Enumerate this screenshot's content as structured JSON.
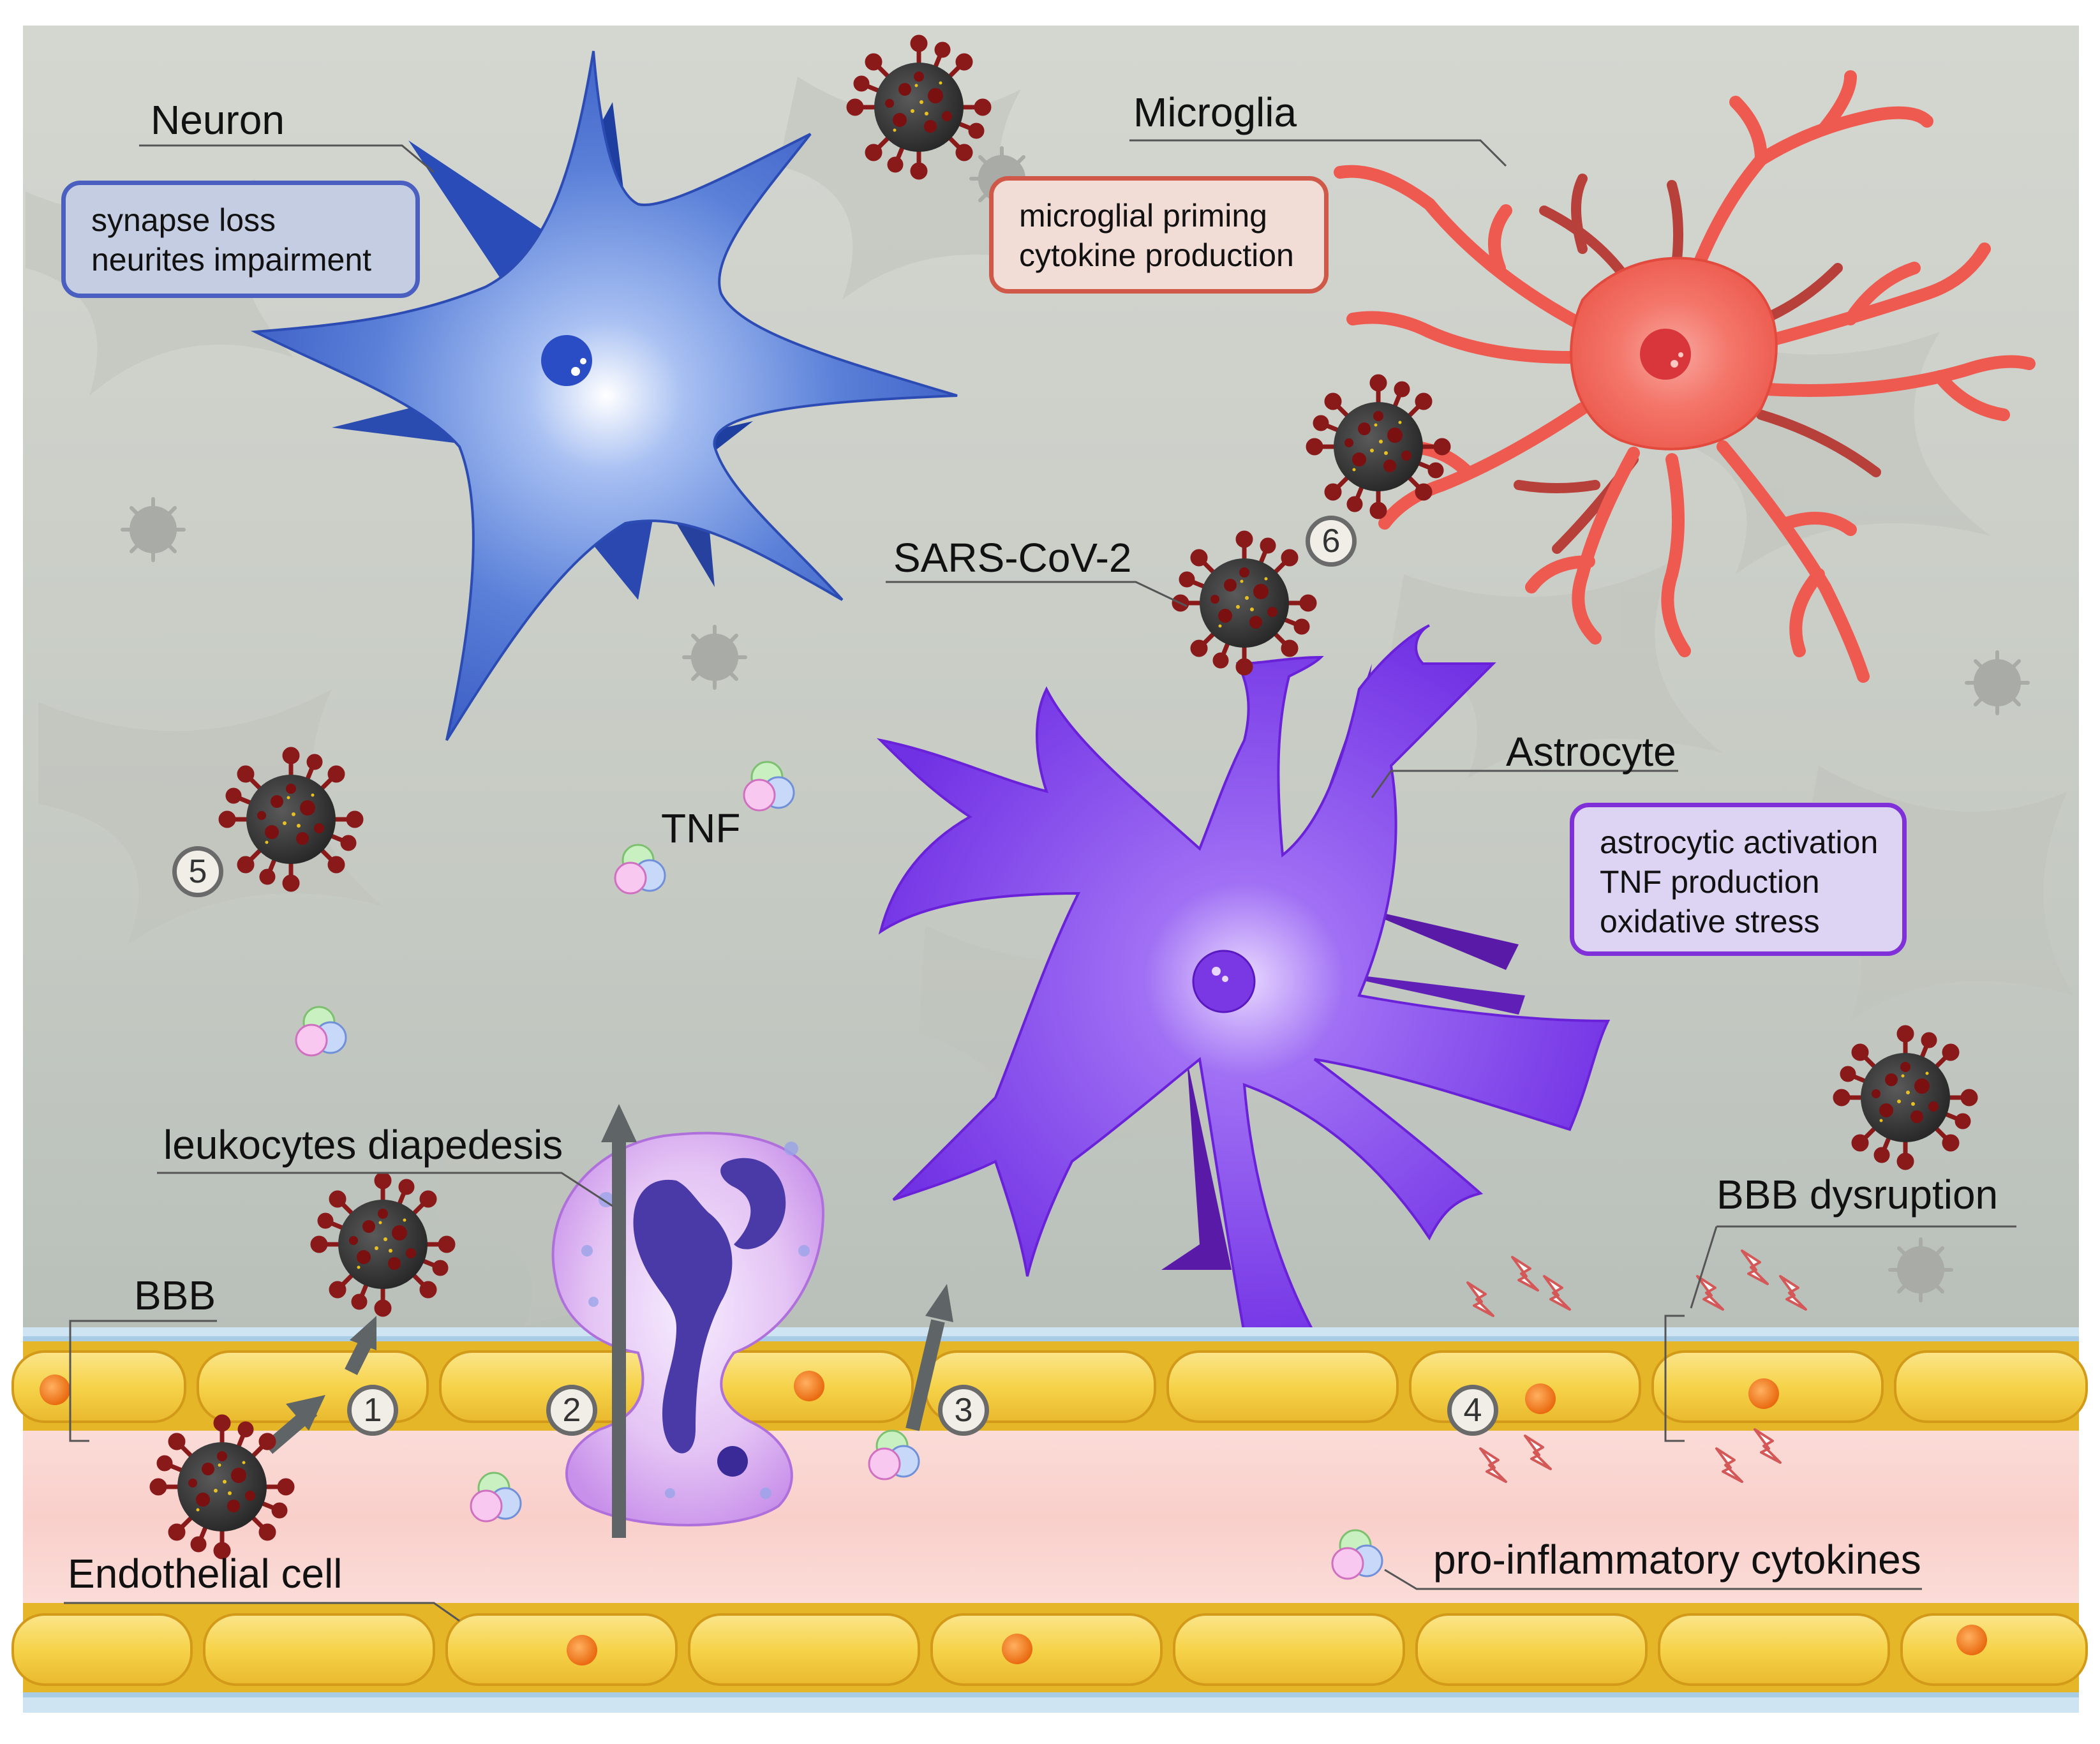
{
  "labels": {
    "neuron": "Neuron",
    "microglia": "Microglia",
    "sars_cov_2": "SARS-CoV-2",
    "astrocyte": "Astrocyte",
    "tnf": "TNF",
    "leukocytes_diapedesis": "leukocytes diapedesis",
    "bbb": "BBB",
    "bbb_dysruption": "BBB dysruption",
    "endothelial_cell": "Endothelial cell",
    "pro_inflammatory_cytokines": "pro-inflammatory cytokines"
  },
  "boxes": {
    "neuron": [
      "synapse loss",
      "neurites impairment"
    ],
    "microglia": [
      "microglial priming",
      "cytokine production"
    ],
    "astrocyte": [
      "astrocytic activation",
      "TNF production",
      "oxidative stress"
    ]
  },
  "steps": [
    "1",
    "2",
    "3",
    "4",
    "5",
    "6"
  ],
  "colors": {
    "background": "#c6cbc4",
    "neuron": "#4a70d0",
    "microglia": "#f06458",
    "astrocyte": "#7a30e8",
    "virus": "#3a3a3a",
    "spike": "#8a1a1a",
    "endothelium": "#f5d040",
    "lumen": "#fad4d0",
    "leukocyte": "#d9b0f0"
  }
}
